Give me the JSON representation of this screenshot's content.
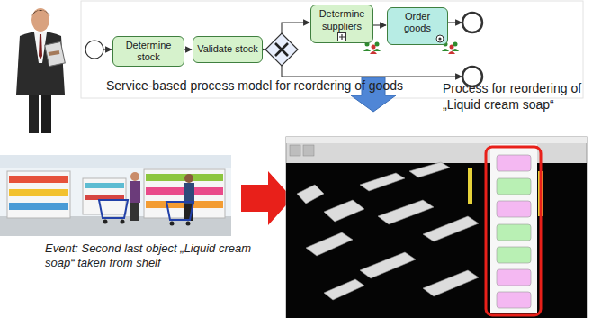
{
  "diagram": {
    "nodes": [
      {
        "text": [
          "Determine stock"
        ]
      },
      {
        "text": [
          "Validate stock"
        ]
      },
      {
        "text": [
          "Determine suppliers"
        ]
      },
      {
        "text": [
          "Order goods"
        ]
      }
    ],
    "edges": [
      {
        "from": 0,
        "to": 1,
        "arrow": "to"
      },
      {
        "from": 2,
        "to": 3,
        "arrow": "to"
      }
    ],
    "labels": [
      "Service-based process model for reordering of goods",
      "Process for reordering of „Liquid cream soap“",
      "Event: Second last object „Liquid cream soap“ taken from shelf"
    ]
  }
}
